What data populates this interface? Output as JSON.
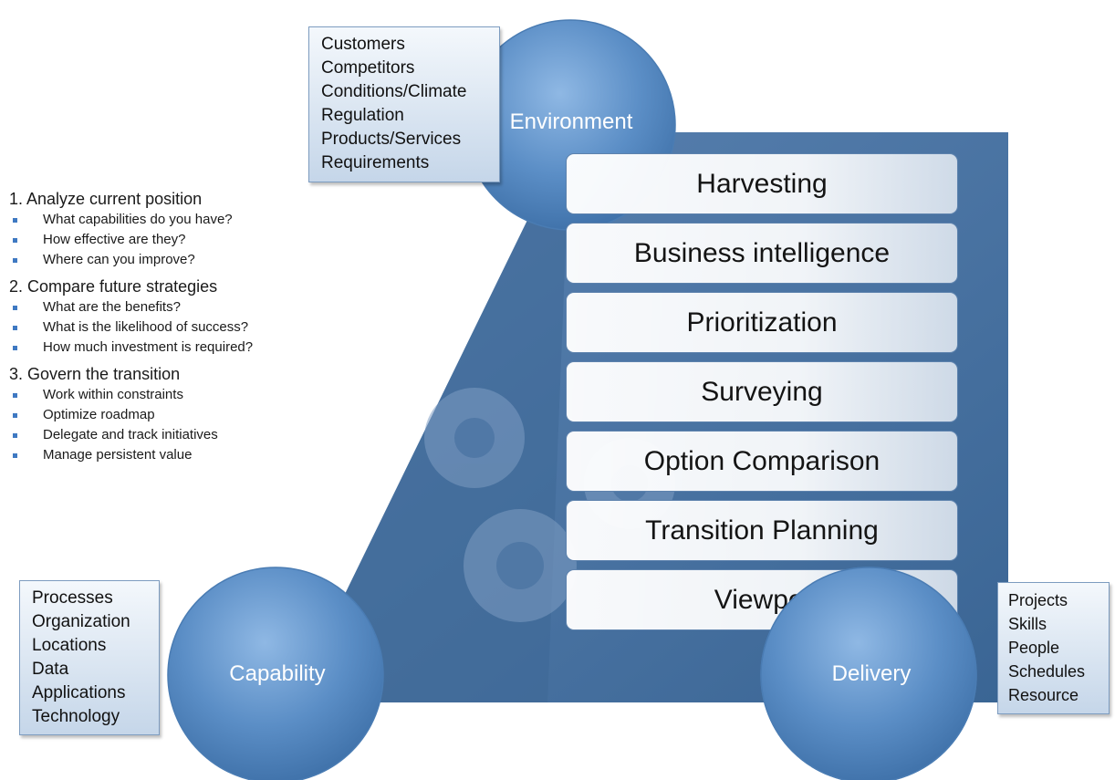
{
  "nodes": {
    "environment": "Environment",
    "capability": "Capability",
    "delivery": "Delivery"
  },
  "environment_factors": [
    "Customers",
    "Competitors",
    "Conditions/Climate",
    "Regulation",
    "Products/Services",
    "Requirements"
  ],
  "capability_factors": [
    "Processes",
    "Organization",
    "Locations",
    "Data",
    "Applications",
    "Technology"
  ],
  "delivery_factors": [
    "Projects",
    "Skills",
    "People",
    "Schedules",
    "Resource"
  ],
  "process_steps": [
    "Harvesting",
    "Business intelligence",
    "Prioritization",
    "Surveying",
    "Option Comparison",
    "Transition Planning",
    "Viewpoi"
  ],
  "phases": [
    {
      "title": "1. Analyze current position",
      "items": [
        "What capabilities do you have?",
        "How effective are they?",
        "Where can you improve?"
      ]
    },
    {
      "title": "2. Compare future strategies",
      "items": [
        "What are the benefits?",
        "What is the likelihood of success?",
        "How much investment is required?"
      ]
    },
    {
      "title": "3. Govern the transition",
      "items": [
        "Work within constraints",
        "Optimize roadmap",
        "Delegate and track initiatives",
        "Manage persistent value"
      ]
    }
  ],
  "colors": {
    "triangle": "#47709f",
    "circle": "#5b8ec6",
    "accent": "#3f79c2"
  }
}
